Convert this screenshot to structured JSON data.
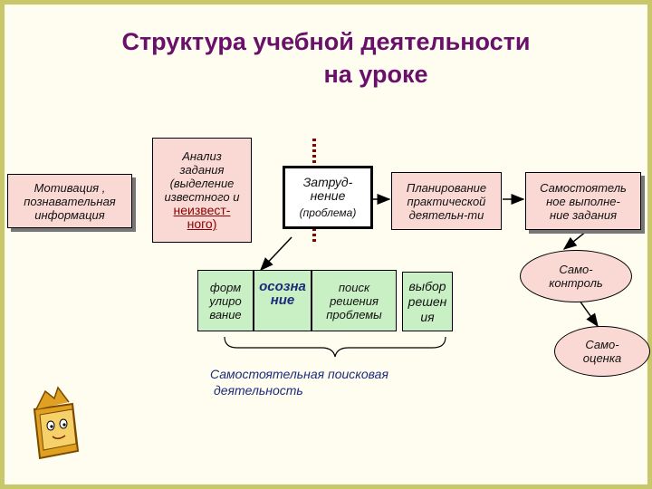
{
  "title_line1": "Структура учебной деятельности",
  "title_line2": "на уроке",
  "motivation": [
    "Мотивация ,",
    "познавательная",
    "информация"
  ],
  "analysis": [
    "Анализ",
    "задания",
    "(выделение",
    "известного и"
  ],
  "analysis_red": [
    "неизвест-",
    "ного)"
  ],
  "difficulty": [
    "Затруд-",
    "нение"
  ],
  "difficulty_sub": "(проблема)",
  "planning": [
    "Планирование",
    "практической",
    "деятельн-ти"
  ],
  "independent": [
    "Самостоятель",
    "ное выполне-",
    "ние задания"
  ],
  "formulation": [
    "форм",
    "улиро",
    "вание"
  ],
  "awareness": [
    "осозна",
    "ние"
  ],
  "search": [
    "поиск",
    "решения",
    "проблемы"
  ],
  "choice": [
    "выбор",
    "решен",
    "ия"
  ],
  "selfcontrol": [
    "Само-",
    "контроль"
  ],
  "selfassess": [
    "Само-",
    "оценка"
  ],
  "caption": [
    "Самостоятельная поисковая",
    "деятельность"
  ],
  "colors": {
    "title": "#6a0f6a",
    "pink": "#fad9d4",
    "green": "#c9f0c4",
    "frame": "#c8c86a",
    "dots": "#8b0000"
  }
}
